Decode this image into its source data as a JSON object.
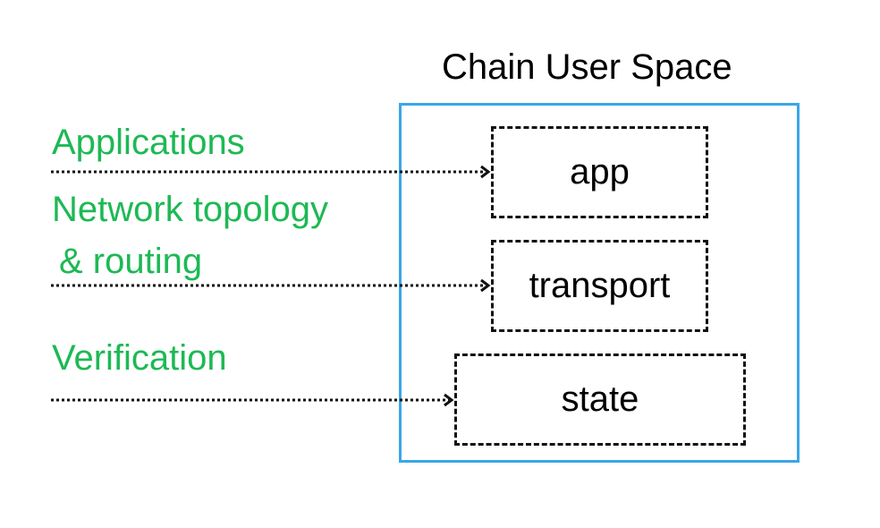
{
  "title": "Chain User Space",
  "colors": {
    "label_green": "#1db954",
    "container_blue": "#3aa6e8",
    "line_black": "#111111"
  },
  "layers": {
    "app": "app",
    "transport": "transport",
    "state": "state"
  },
  "labels": {
    "applications": "Applications",
    "network_topology": "Network topology",
    "routing": "& routing",
    "verification": "Verification"
  }
}
